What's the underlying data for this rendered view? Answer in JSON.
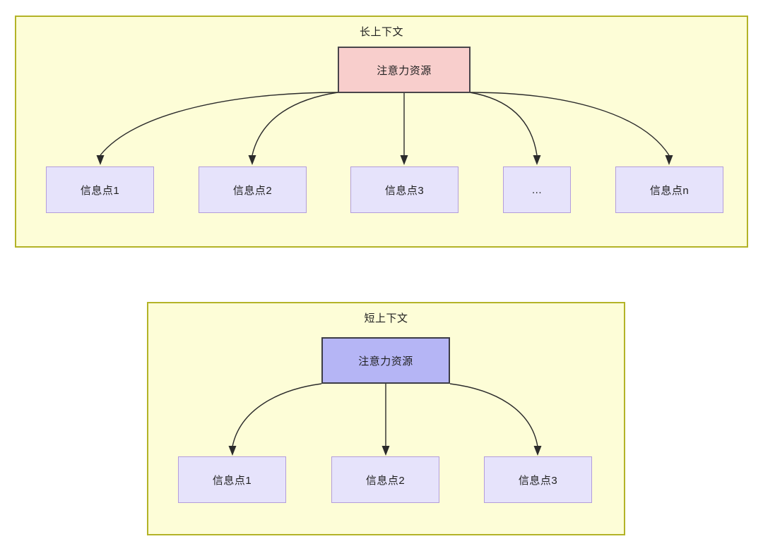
{
  "diagram": {
    "title_visible": false,
    "colors": {
      "group_fill": "#fdfdd7",
      "group_border": "#b3b327",
      "attention_long_fill": "#f8cecc",
      "attention_long_border": "#49454a",
      "attention_short_fill": "#b5b5f5",
      "attention_short_border": "#3c3c45",
      "info_fill": "#e6e3fb",
      "info_border": "#b39ddb",
      "edge": "#2b2b2b",
      "text": "#1f1f1f"
    }
  },
  "long_context": {
    "group_label": "长上下文",
    "root": {
      "label": "注意力资源"
    },
    "children": [
      {
        "label": "信息点1"
      },
      {
        "label": "信息点2"
      },
      {
        "label": "信息点3"
      },
      {
        "label": "..."
      },
      {
        "label": "信息点n"
      }
    ]
  },
  "short_context": {
    "group_label": "短上下文",
    "root": {
      "label": "注意力资源"
    },
    "children": [
      {
        "label": "信息点1"
      },
      {
        "label": "信息点2"
      },
      {
        "label": "信息点3"
      }
    ]
  }
}
